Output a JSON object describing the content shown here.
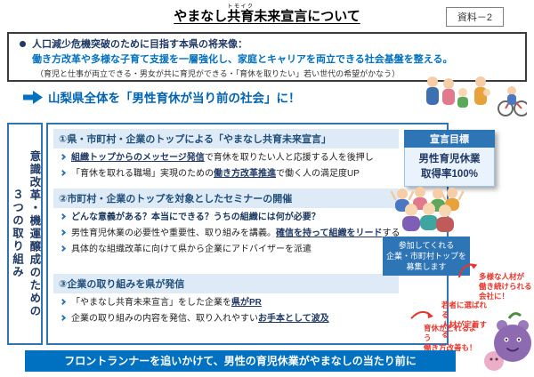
{
  "colors": {
    "accent_blue": "#0070C0",
    "navy": "#1F3864",
    "box_border": "#2E75B6",
    "section_header_bg": "#DEEBF7",
    "red": "#E8362D",
    "banner_bg": "#0070C0"
  },
  "header": {
    "title_pre": "やまなし",
    "title_ruby_base": "共育",
    "title_ruby_text": "トモイク",
    "title_post": "未来宣言について",
    "doc_label": "資料－2"
  },
  "intro": {
    "line1": "人口減少危機突破のために目指す本県の将来像：",
    "line2": "働き方改革や多様な子育て支援を一層強化し、家庭とキャリアを両立できる社会基盤を整える。",
    "line3": "（育児と仕事が両立できる・男女が共に育児ができる・「育休を取りたい」若い世代の希望がかなう）",
    "arrow_text": "山梨県全体を「男性育休が当り前の社会」に！"
  },
  "sidebar": {
    "line1": "意識改革・機運醸成のための",
    "line2": "３つの取り組み"
  },
  "sections": [
    {
      "heading": "①県・市町村・企業のトップによる「やまなし共育未来宣言」",
      "items": [
        {
          "pre": "",
          "em": "組織トップからのメッセージ発信",
          "post": "で育休を取りたい人と応援する人を後押し"
        },
        {
          "pre": "「育休を取れる職場」実現のための",
          "em": "働き方改革推進",
          "post": "で働く人の満足度UP"
        }
      ]
    },
    {
      "heading": "②市町村・企業のトップを対象としたセミナーの開催",
      "items": [
        {
          "pre": "",
          "em": "どんな意義がある？本当にできる？うちの組織には何が必要？",
          "post": ""
        },
        {
          "pre": "男性育児休業の必要性や重要性、取り組みを講義。",
          "em": "確信を持って組織をリード",
          "post": "する"
        },
        {
          "pre": "具体的な組織改革に向けて県から企業にアドバイザーを派遣",
          "em": "",
          "post": ""
        }
      ]
    },
    {
      "heading": "③企業の取り組みを県が発信",
      "items": [
        {
          "pre": "「やまなし共育未来宣言」をした企業を",
          "em": "県がPR",
          "post": ""
        },
        {
          "pre": "企業の取り組みの内容を発信、取り入れやすい",
          "em": "お手本として波及",
          "post": ""
        }
      ]
    }
  ],
  "goal": {
    "header": "宣言目標",
    "body": "男性育児休業\n取得率100%"
  },
  "recruit": {
    "text": "参加してくれる\n企業・市町村トップを\n募集します"
  },
  "annotations": [
    {
      "text": "多様な人材が\n働き続けられる\n会社に！"
    },
    {
      "text": "若者に選ばれる\n人材が定着する"
    },
    {
      "text": "育休がとれるよう\n働き方改善も！"
    }
  ],
  "footer": {
    "text": "フロントランナーを追いかけて、男性の育児休業がやまなしの当たり前に"
  }
}
